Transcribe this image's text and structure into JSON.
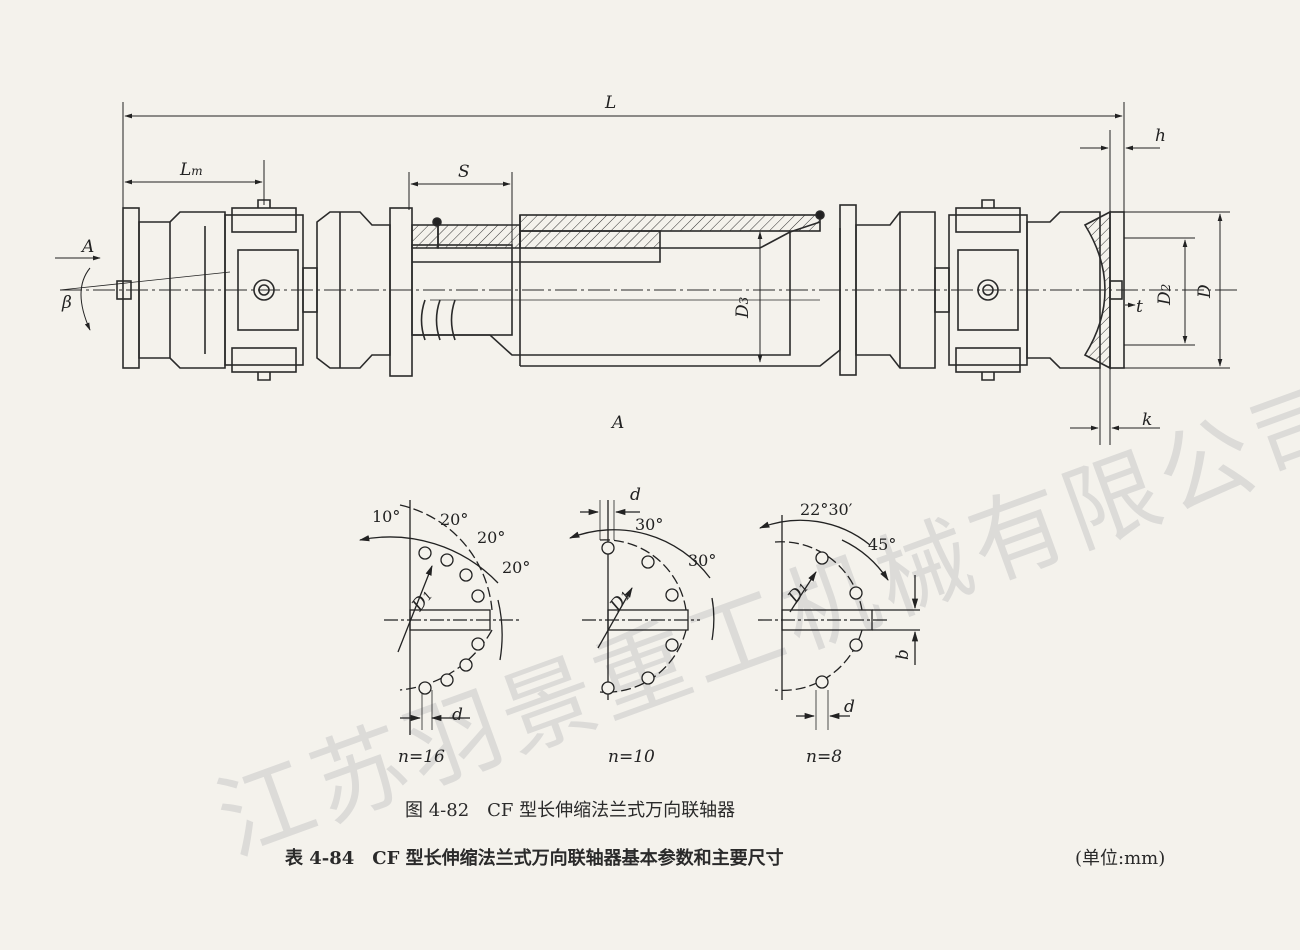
{
  "labels": {
    "L": "L",
    "Lm_main": "L",
    "Lm_sub": "m",
    "S": "S",
    "h": "h",
    "A_left": "A",
    "beta": "β",
    "D3_main": "D",
    "D3_sub": "3",
    "D2_main": "D",
    "D2_sub": "2",
    "D": "D",
    "t": "t",
    "k": "k",
    "A_section": "A"
  },
  "flange_views": [
    {
      "n_label": "n=16",
      "angles": [
        "10°",
        "20°",
        "20°",
        "20°"
      ],
      "d_label": "d",
      "D1_main": "D",
      "D1_sub": "1"
    },
    {
      "n_label": "n=10",
      "angles": [
        "30°",
        "30°"
      ],
      "d_label": "d",
      "D1_main": "D",
      "D1_sub": "1"
    },
    {
      "n_label": "n=8",
      "angles": [
        "22°30′",
        "45°"
      ],
      "d_label": "d",
      "b_label": "b",
      "D1_main": "D",
      "D1_sub": "1"
    }
  ],
  "figure_caption": "图 4-82　CF 型长伸缩法兰式万向联轴器",
  "table_title": "表 4-84　CF 型长伸缩法兰式万向联轴器基本参数和主要尺寸",
  "unit_note": "(单位:mm)",
  "watermark": "江苏羽景重工机械有限公司"
}
